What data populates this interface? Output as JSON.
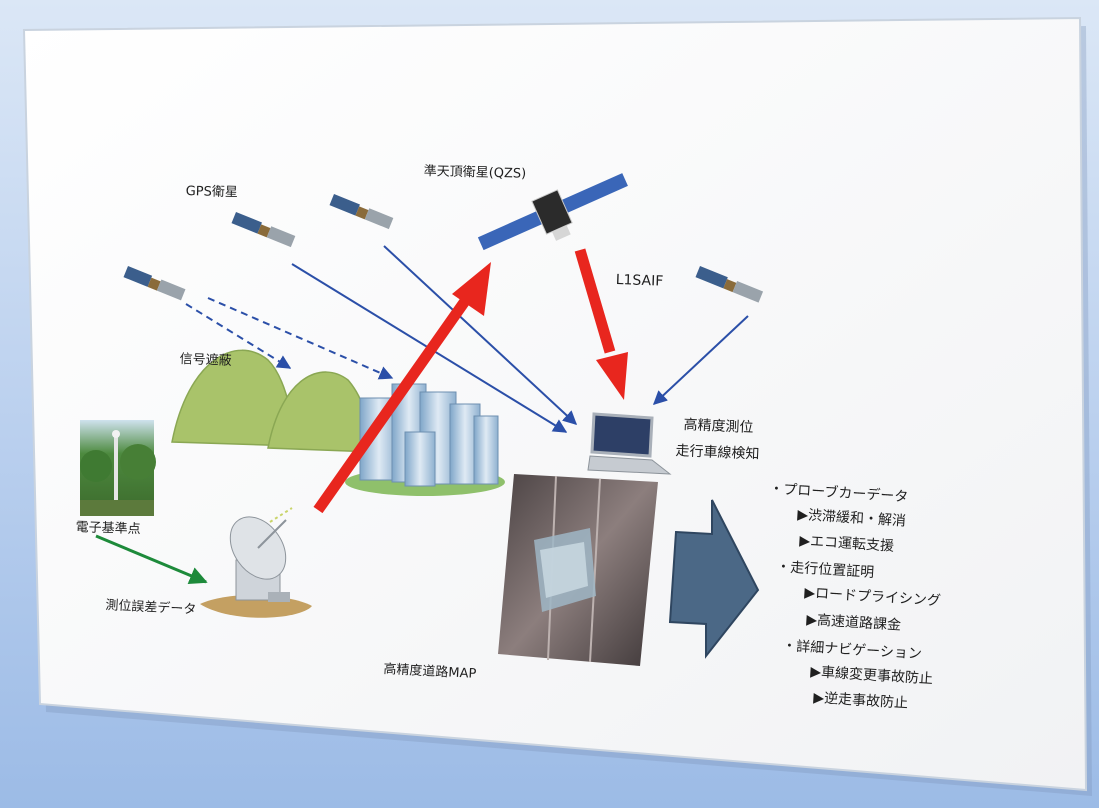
{
  "labels": {
    "qzs": "準天頂衛星(QZS)",
    "gps": "GPS衛星",
    "l1saif": "L1SAIF",
    "signal_block": "信号遮蔽",
    "high_precision_1": "高精度測位",
    "high_precision_2": "走行車線検知",
    "ref_point": "電子基準点",
    "error_data": "測位誤差データ",
    "road_map": "高精度道路MAP"
  },
  "list": [
    {
      "text": "・プローブカーデータ",
      "level": 0
    },
    {
      "text": "▶渋滞緩和・解消",
      "level": 1
    },
    {
      "text": "▶エコ運転支援",
      "level": 1
    },
    {
      "text": "・走行位置証明",
      "level": 0
    },
    {
      "text": "▶ロードプライシング",
      "level": 1
    },
    {
      "text": "▶高速道路課金",
      "level": 1
    },
    {
      "text": "・詳細ナビゲーション",
      "level": 0
    },
    {
      "text": "▶車線変更事故防止",
      "level": 1
    },
    {
      "text": "▶逆走事故防止",
      "level": 1
    }
  ],
  "colors": {
    "signal_arrow": "#e8261e",
    "gps_line": "#2b4fa8",
    "ref_arrow": "#1d8a3a",
    "big_arrow": "#4b6886",
    "hill": "#a9c36a"
  },
  "icons": [
    "satellite-icon",
    "laptop-icon",
    "building-icon",
    "antenna-icon",
    "tree-photo",
    "road-photo"
  ]
}
